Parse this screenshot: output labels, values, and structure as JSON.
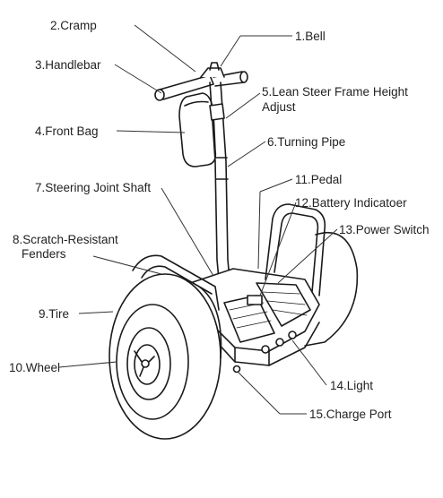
{
  "labels": {
    "cramp": "2.Cramp",
    "bell": "1.Bell",
    "handlebar": "3.Handlebar",
    "lean_steer_1": "5.Lean Steer Frame Height",
    "lean_steer_2": "Adjust",
    "front_bag": "4.Front Bag",
    "turning_pipe": "6.Turning Pipe",
    "pedal": "11.Pedal",
    "steering_joint": "7.Steering Joint Shaft",
    "battery": "12.Battery Indicatoer",
    "fenders_1": "8.Scratch-Resistant",
    "fenders_2": "Fenders",
    "power_switch": "13.Power Switch",
    "tire": "9.Tire",
    "wheel": "10.Wheel",
    "light": "14.Light",
    "charge_port": "15.Charge Port"
  },
  "colors": {
    "line": "#1a1a1a",
    "leader": "#333333",
    "text": "#222222",
    "background": "#ffffff"
  }
}
